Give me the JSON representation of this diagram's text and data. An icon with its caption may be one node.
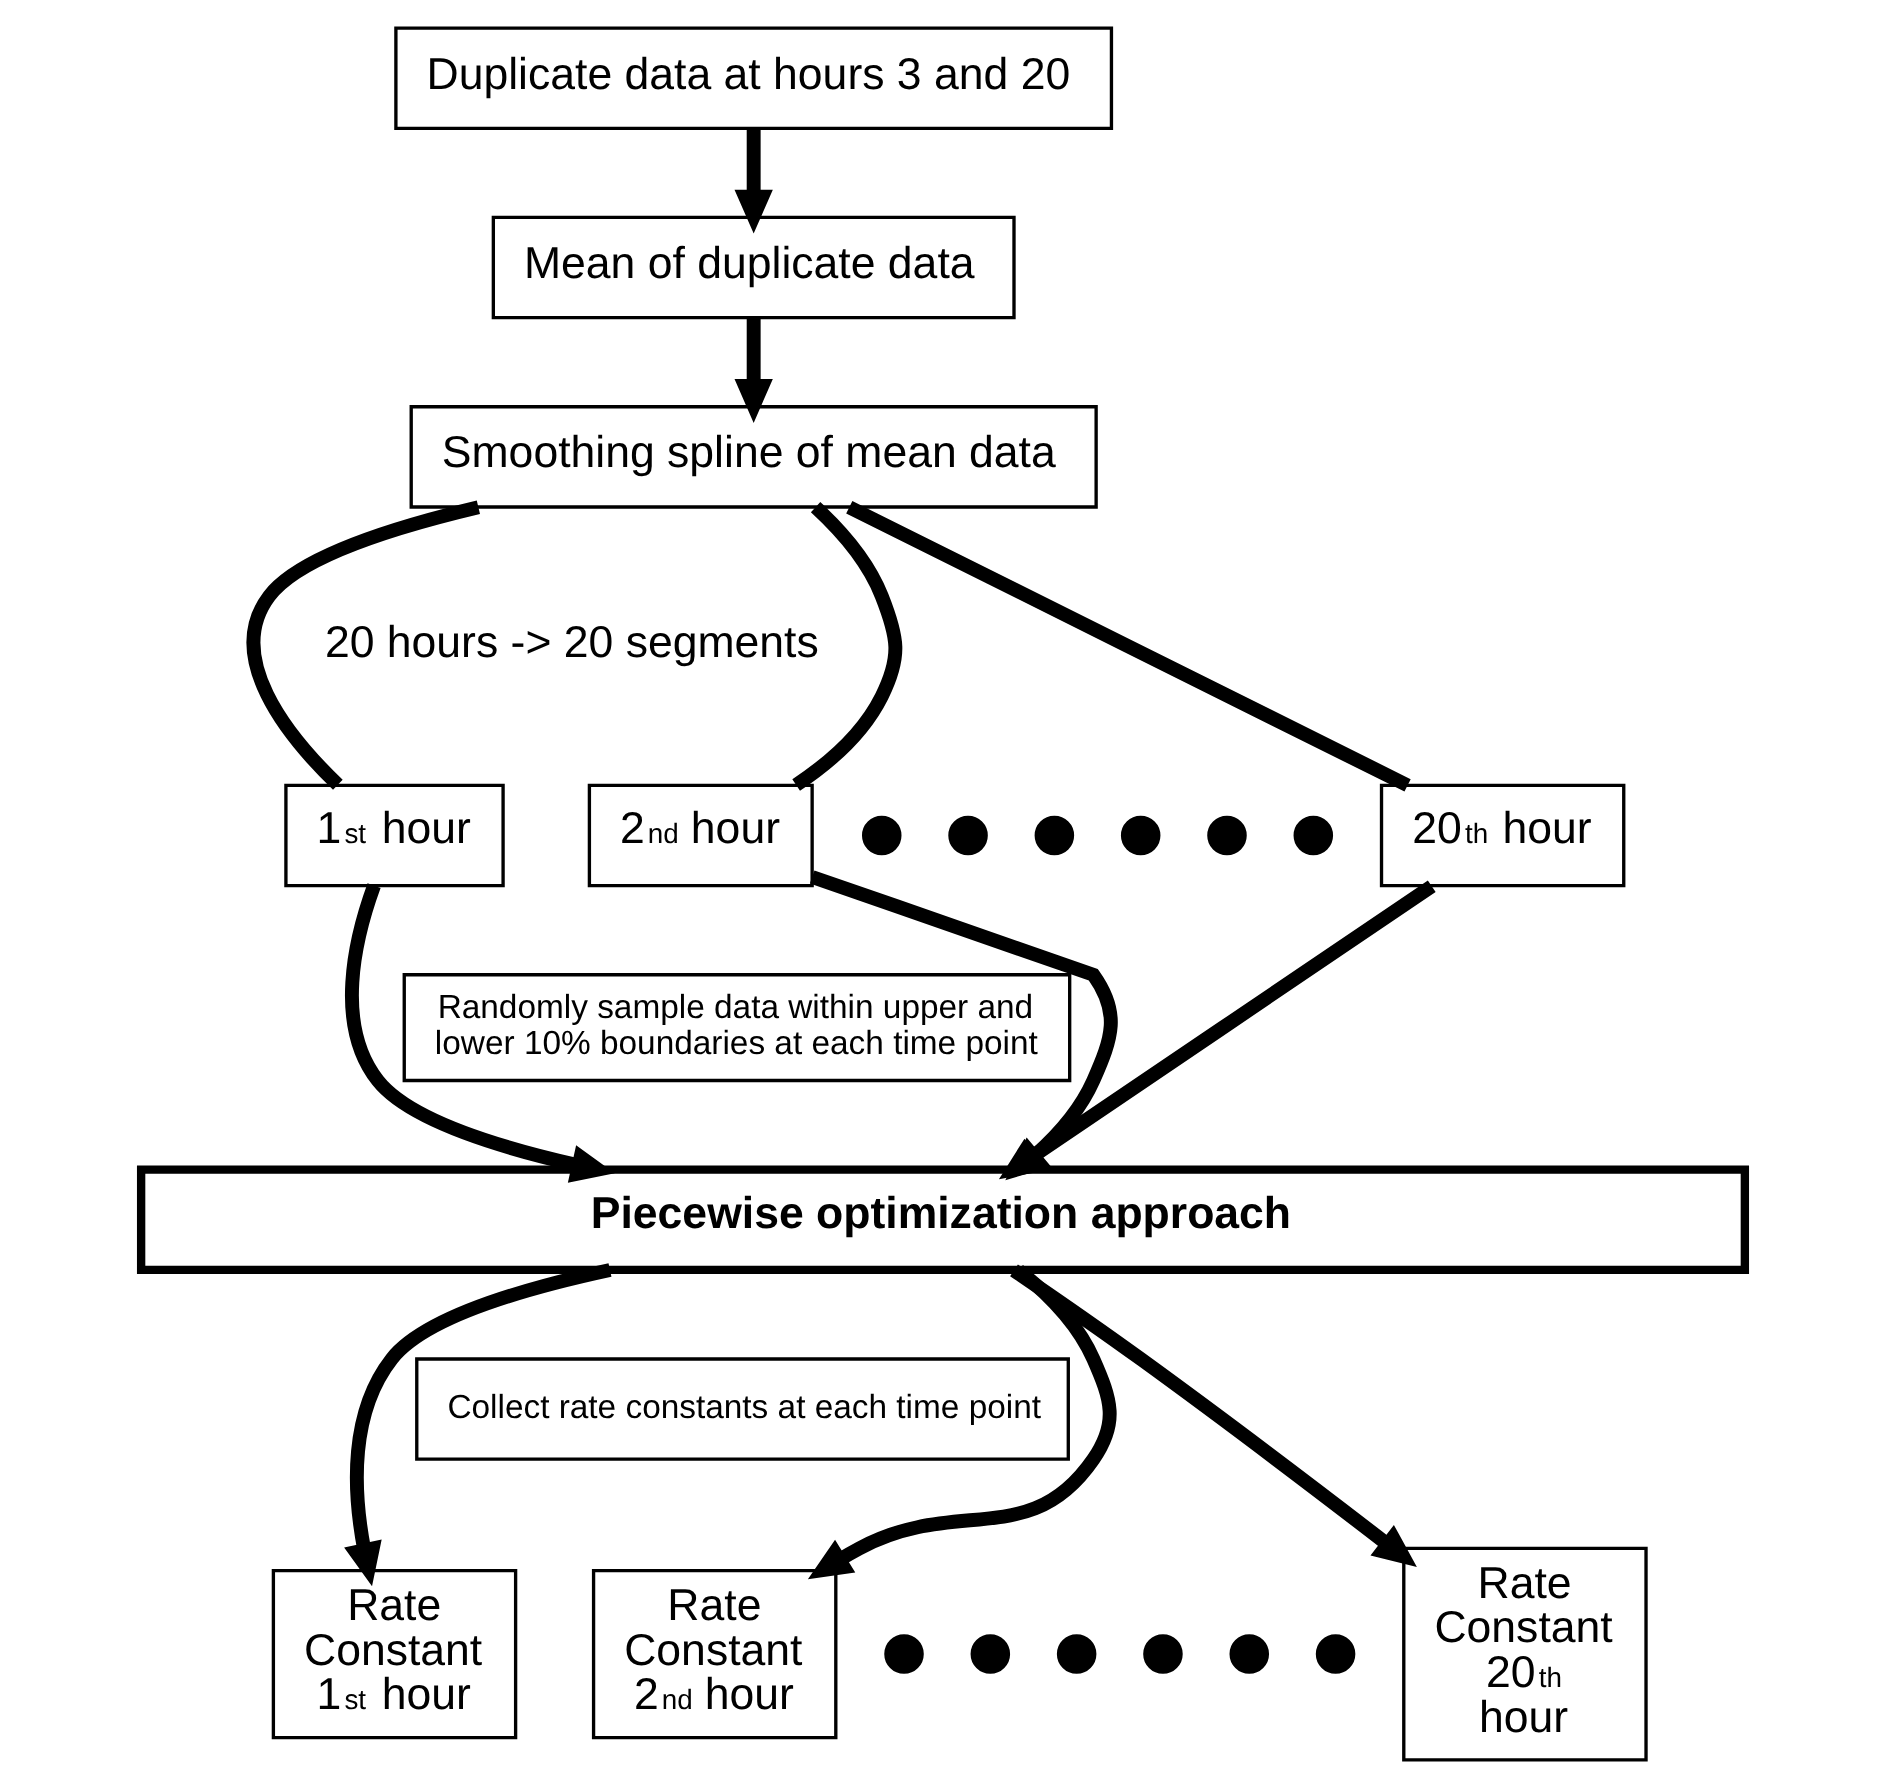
{
  "diagram": {
    "nodes": [
      {
        "text": [
          "Duplicate data at hours 3 and 20"
        ]
      },
      {
        "text": [
          "Mean of duplicate data"
        ]
      },
      {
        "text": [
          "Smoothing spline of mean data"
        ]
      },
      {
        "text": [
          "1$^{st}$ hour"
        ]
      },
      {
        "text": [
          "2$^{nd}$ hour"
        ]
      },
      {
        "text": [],
        "shape": "circle"
      },
      {
        "text": [],
        "shape": "circle"
      },
      {
        "text": [],
        "shape": "circle"
      },
      {
        "text": [],
        "shape": "circle"
      },
      {
        "text": [],
        "shape": "circle"
      },
      {
        "text": [],
        "shape": "circle"
      },
      {
        "text": [
          "20$^{th}$ hour"
        ]
      },
      {
        "text": [
          "Randomly sample data within upper and lower 10% boundaries at each time point"
        ]
      },
      {
        "text": [
          "Piecewise optimization approach"
        ]
      },
      {
        "text": [
          "Collect rate constants at each time point"
        ]
      },
      {
        "text": [
          "Rate Constant 1$^{st}$ hour"
        ]
      },
      {
        "text": [
          "Rate Constant 2$^{nd}$ hour"
        ]
      },
      {
        "text": [],
        "shape": "circle"
      },
      {
        "text": [],
        "shape": "circle"
      },
      {
        "text": [],
        "shape": "circle"
      },
      {
        "text": [],
        "shape": "circle"
      },
      {
        "text": [],
        "shape": "circle"
      },
      {
        "text": [],
        "shape": "circle"
      },
      {
        "text": [
          "Rate Constant 20$^{th}$ hour"
        ]
      }
    ],
    "edges": [
      {
        "from": 0,
        "to": 1,
        "arrow": "to"
      },
      {
        "from": 1,
        "to": 2,
        "arrow": "to"
      },
      {
        "from": 2,
        "to": 3,
        "arrow": "none"
      },
      {
        "from": 2,
        "to": 4,
        "arrow": "none"
      },
      {
        "from": 2,
        "to": 11,
        "arrow": "none"
      },
      {
        "from": 3,
        "to": 13,
        "arrow": "to"
      },
      {
        "from": 4,
        "to": 13,
        "arrow": "to"
      },
      {
        "from": 11,
        "to": 13,
        "arrow": "to"
      },
      {
        "from": 13,
        "to": 15,
        "arrow": "to"
      },
      {
        "from": 13,
        "to": 16,
        "arrow": "to"
      },
      {
        "from": 13,
        "to": 23,
        "arrow": "to"
      }
    ],
    "labels": [
      "20 hours -> 20 segments"
    ]
  }
}
